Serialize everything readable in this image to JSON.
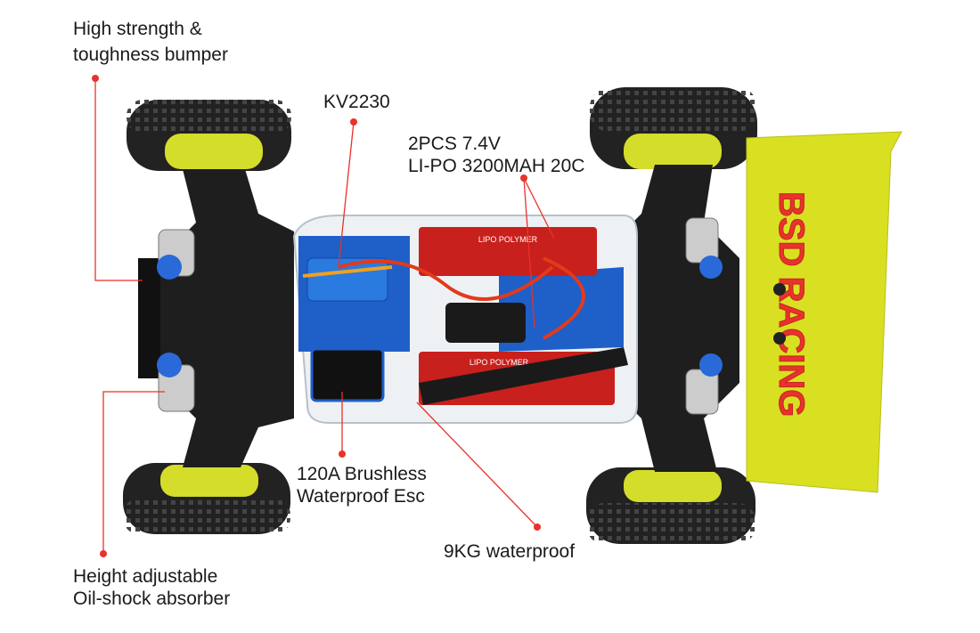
{
  "callouts": {
    "bumper": {
      "line1": "High strength &",
      "line2": "toughness bumper"
    },
    "motor": {
      "line1": "KV2230"
    },
    "battery": {
      "line1": "2PCS 7.4V",
      "line2": "LI-PO 3200MAH 20C"
    },
    "esc": {
      "line1": "120A Brushless",
      "line2": "Waterproof Esc"
    },
    "servo": {
      "line1": "9KG waterproof"
    },
    "shock": {
      "line1": "Height adjustable",
      "line2": "Oil-shock absorber"
    }
  },
  "wing_logo": "BSD RACING",
  "battery_label": "LIPO POLYMER",
  "colors": {
    "callout": "#e8322b",
    "wing": "#d9e021",
    "chassis_blue": "#1f5fc8",
    "battery_red": "#c8201c"
  }
}
